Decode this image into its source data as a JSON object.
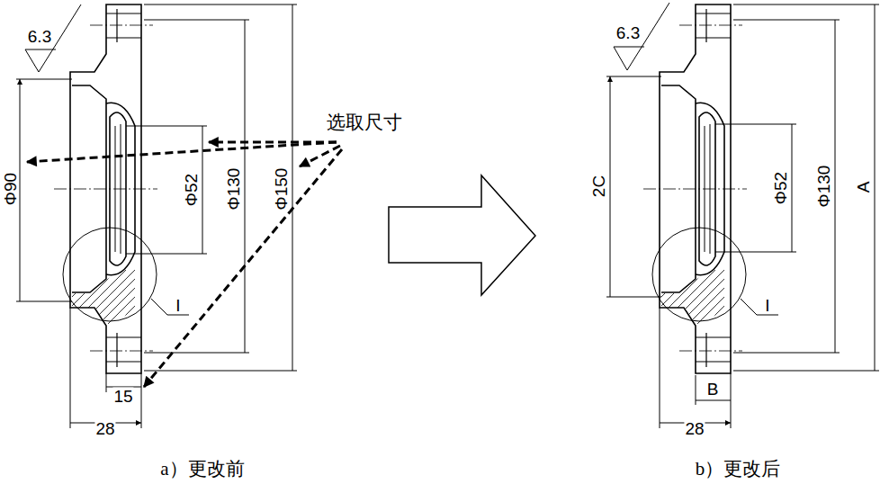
{
  "diagram": {
    "labels": [
      "6.3",
      "Φ90",
      "Φ52",
      "Φ130",
      "Φ150",
      "选取尺寸",
      "15",
      "28",
      "I",
      "a）更改前",
      "6.3",
      "2C",
      "Φ52",
      "Φ130",
      "A",
      "B",
      "28",
      "I",
      "b）更改后"
    ]
  }
}
